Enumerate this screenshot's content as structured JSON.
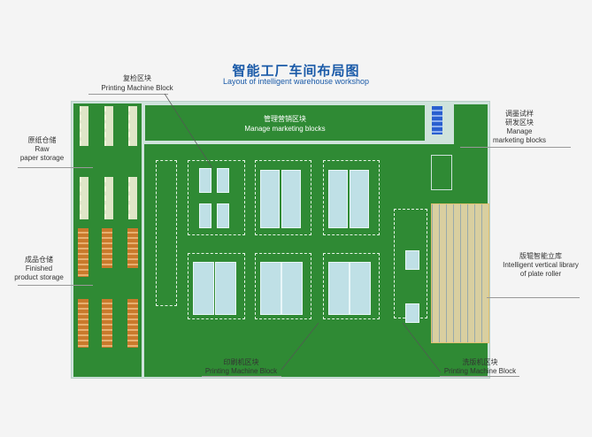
{
  "header": {
    "title": "智能工厂车间布局图",
    "subtitle": "Layout of intelligent warehouse workshop"
  },
  "labels": {
    "inspection": {
      "cn": "复检区块",
      "en": "Printing Machine Block"
    },
    "raw": {
      "cn": "原纸仓储",
      "en1": "Raw",
      "en2": "paper storage"
    },
    "finished": {
      "cn": "成品仓储",
      "en1": "Finished",
      "en2": "product storage"
    },
    "marketing": {
      "cn": "管理营销区块",
      "en": "Manage marketing blocks"
    },
    "rnd": {
      "cn1": "调墨试样",
      "cn2": "研发区块",
      "en1": "Manage",
      "en2": "marketing blocks"
    },
    "roller": {
      "cn": "版辊智能立库",
      "en1": "Intelligent vertical library",
      "en2": "of plate roller"
    },
    "printing": {
      "cn": "印刷机区块",
      "en": "Printing Machine Block"
    },
    "washing": {
      "cn": "洗版机区块",
      "en": "Printing Machine Block"
    }
  },
  "colors": {
    "floor": "#2f8a34",
    "title": "#1a5aa8"
  }
}
